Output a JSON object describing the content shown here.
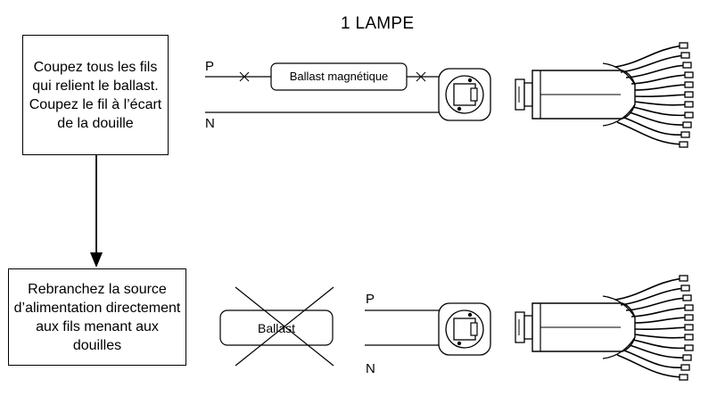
{
  "title": "1 LAMPE",
  "step1": "Coupez tous les fils qui relient le ballast. Coupez le fil à l’écart de la douille",
  "step2": "Rebranchez la source d’alimentation directement aux fils menant aux douilles",
  "top": {
    "p_label": "P",
    "n_label": "N",
    "ballast_label": "Ballast magnétique"
  },
  "bottom": {
    "p_label": "P",
    "n_label": "N",
    "ballast_label": "Ballast"
  }
}
